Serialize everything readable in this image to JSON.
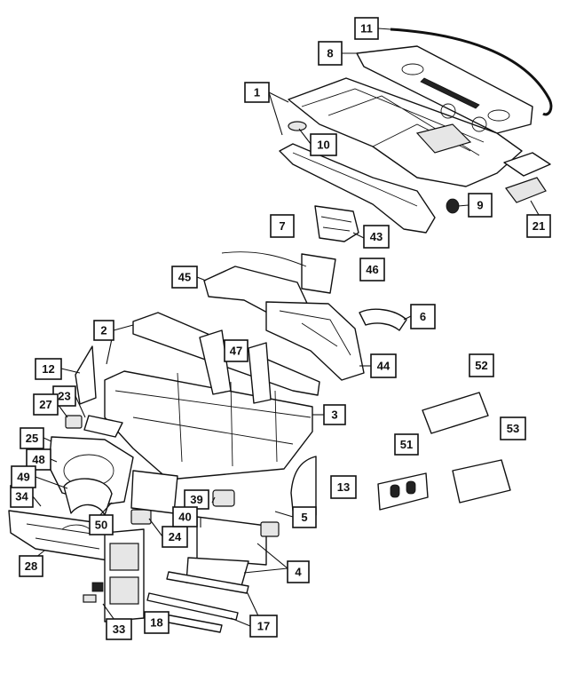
{
  "callouts": [
    {
      "id": "c1",
      "label": "1"
    },
    {
      "id": "c2",
      "label": "2"
    },
    {
      "id": "c3",
      "label": "3"
    },
    {
      "id": "c4",
      "label": "4"
    },
    {
      "id": "c5",
      "label": "5"
    },
    {
      "id": "c6",
      "label": "6"
    },
    {
      "id": "c7",
      "label": "7"
    },
    {
      "id": "c8",
      "label": "8"
    },
    {
      "id": "c9",
      "label": "9"
    },
    {
      "id": "c10",
      "label": "10"
    },
    {
      "id": "c11",
      "label": "11"
    },
    {
      "id": "c12",
      "label": "12"
    },
    {
      "id": "c13",
      "label": "13"
    },
    {
      "id": "c17",
      "label": "17"
    },
    {
      "id": "c18",
      "label": "18"
    },
    {
      "id": "c21",
      "label": "21"
    },
    {
      "id": "c23",
      "label": "23"
    },
    {
      "id": "c24",
      "label": "24"
    },
    {
      "id": "c25",
      "label": "25"
    },
    {
      "id": "c27",
      "label": "27"
    },
    {
      "id": "c28",
      "label": "28"
    },
    {
      "id": "c33",
      "label": "33"
    },
    {
      "id": "c34",
      "label": "34"
    },
    {
      "id": "c39",
      "label": "39"
    },
    {
      "id": "c40",
      "label": "40"
    },
    {
      "id": "c43",
      "label": "43"
    },
    {
      "id": "c44",
      "label": "44"
    },
    {
      "id": "c45",
      "label": "45"
    },
    {
      "id": "c46",
      "label": "46"
    },
    {
      "id": "c47",
      "label": "47"
    },
    {
      "id": "c48",
      "label": "48"
    },
    {
      "id": "c49",
      "label": "49"
    },
    {
      "id": "c50",
      "label": "50"
    },
    {
      "id": "c51",
      "label": "51"
    },
    {
      "id": "c52",
      "label": "52"
    },
    {
      "id": "c53",
      "label": "53"
    }
  ]
}
